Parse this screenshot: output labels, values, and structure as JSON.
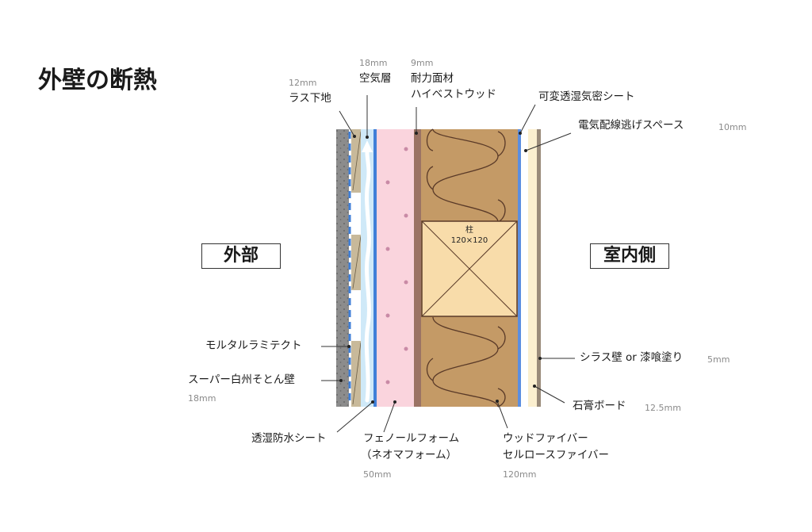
{
  "title": "外壁の断熱",
  "sides": {
    "outside": "外部",
    "inside": "室内側"
  },
  "post": {
    "name": "柱",
    "size": "120×120"
  },
  "labels": {
    "air_dim": "18mm",
    "air": "空気層",
    "ply_dim": "9mm",
    "ply_line1": "耐力面材",
    "ply_line2": "ハイベストウッド",
    "lath_dim": "12mm",
    "lath": "ラス下地",
    "vapor": "可変透湿気密シート",
    "service": "電気配線逃げスペース",
    "service_dim": "10mm",
    "mortar": "モルタルラミテクト",
    "shirasu_outer": "スーパー白州そとん壁",
    "shirasu_outer_dim": "18mm",
    "shirasu_inner": "シラス壁 or 漆喰塗り",
    "shirasu_inner_dim": "5mm",
    "gypsum": "石膏ボード",
    "gypsum_dim": "12.5mm",
    "membrane": "透湿防水シート",
    "phenolic_line1": "フェノールフォーム",
    "phenolic_line2": "（ネオマフォーム）",
    "phenolic_dim": "50mm",
    "fiber_line1": "ウッドファイバー",
    "fiber_line2": "セルロースファイバー",
    "fiber_dim": "120mm"
  },
  "colors": {
    "outer_plaster": "#8c8c8c",
    "lath": "#c8b99a",
    "membrane": "#3f7fd8",
    "air": "#cfe9f8",
    "phenolic": "#fad4dd",
    "plywood": "#9b7364",
    "insulation": "#c49a66",
    "post": "#f8dcaa",
    "vapor_sheet": "#5b8ee0",
    "gypsum": "#fbefcf",
    "inner_plaster": "#9a8b7a"
  }
}
